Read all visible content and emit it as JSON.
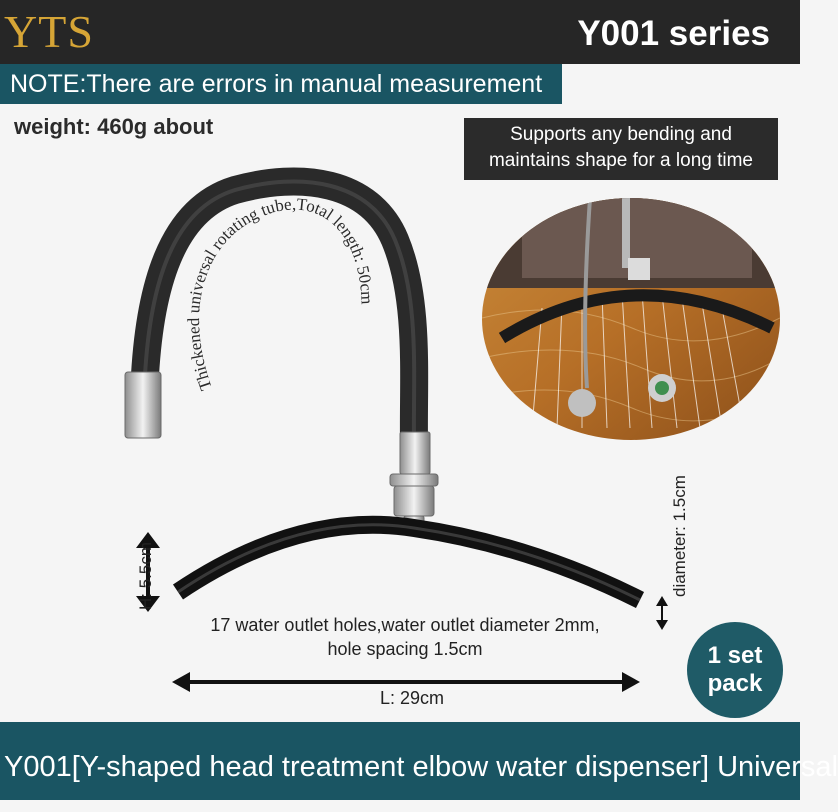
{
  "header": {
    "brand": "YTS",
    "series": "Y001 series"
  },
  "note": "NOTE:There are errors in manual measurement",
  "weight": "weight: 460g about",
  "support": {
    "line1": "Supports any bending and",
    "line2": "maintains shape for a long time"
  },
  "tube_label": "Thickened universal rotating tube,Total length: 50cm",
  "dimensions": {
    "height": "H: 5.5cm",
    "diameter": "diameter: 1.5cm",
    "length": "L: 29cm"
  },
  "outlet": {
    "line1": "17 water outlet holes,water outlet diameter 2mm,",
    "line2": "hole spacing 1.5cm"
  },
  "pack": {
    "line1": "1 set",
    "line2": "pack"
  },
  "footer": "Y001[Y-shaped head treatment elbow water dispenser] Universal"
}
